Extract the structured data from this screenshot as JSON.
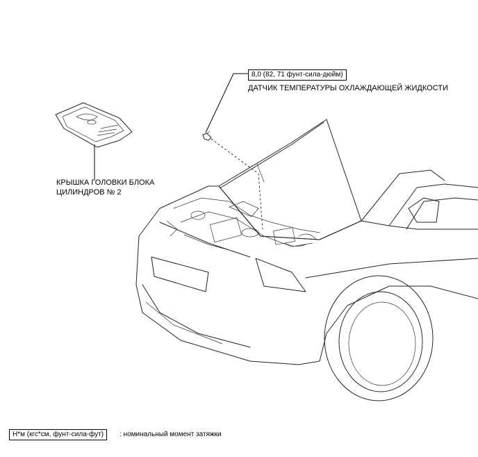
{
  "torque_value": "8,0 (82, 71 фунт-сила-дюйм)",
  "sensor_label": "ДАТЧИК ТЕМПЕРАТУРЫ ОХЛАЖДАЮЩЕЙ ЖИДКОСТИ",
  "cover_label_line1": "КРЫШКА ГОЛОВКИ БЛОКА",
  "cover_label_line2": "ЦИЛИНДРОВ № 2",
  "legend": {
    "unit_box": "Н*м (кгс*см, фунт-сила-фут)",
    "description": ": номинальный момент затяжки"
  }
}
